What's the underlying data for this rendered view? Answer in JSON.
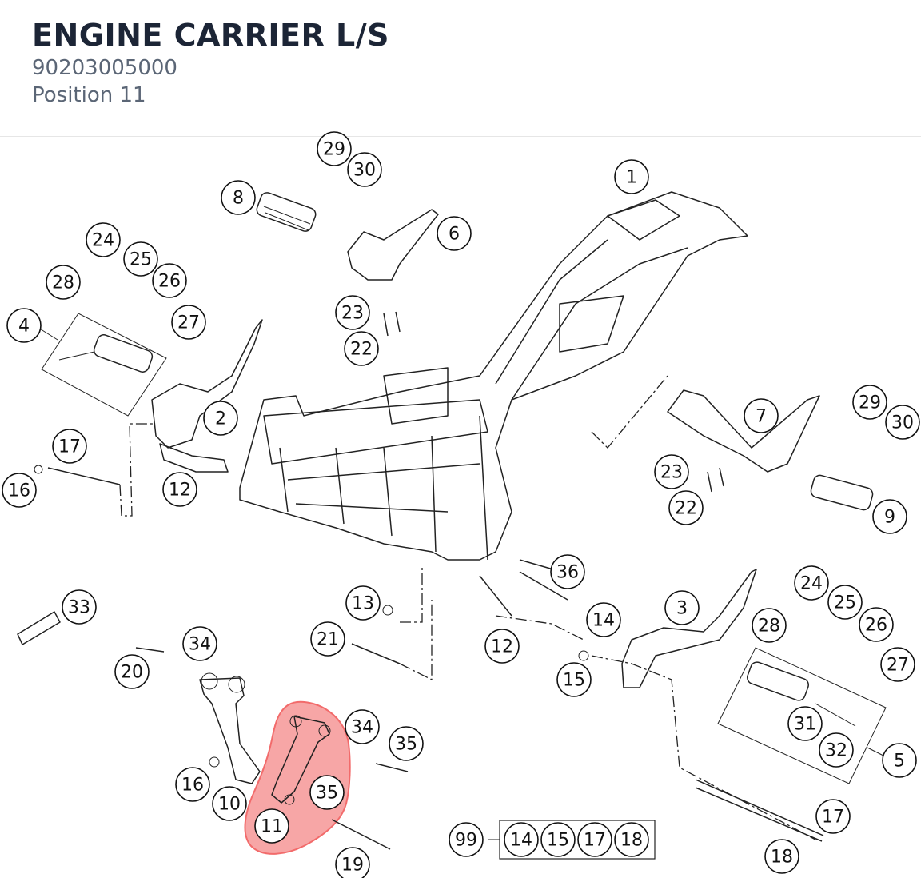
{
  "header": {
    "title": "ENGINE CARRIER L/S",
    "part_number": "90203005000",
    "position": "Position 11"
  },
  "colors": {
    "highlight": "#f26b6b",
    "outline": "#111111"
  },
  "callouts": [
    {
      "id": "c1",
      "label": "1"
    },
    {
      "id": "c2",
      "label": "2"
    },
    {
      "id": "c3",
      "label": "3"
    },
    {
      "id": "c4",
      "label": "4"
    },
    {
      "id": "c5",
      "label": "5"
    },
    {
      "id": "c6",
      "label": "6"
    },
    {
      "id": "c7",
      "label": "7"
    },
    {
      "id": "c8",
      "label": "8"
    },
    {
      "id": "c9",
      "label": "9"
    },
    {
      "id": "c10",
      "label": "10"
    },
    {
      "id": "c11",
      "label": "11"
    },
    {
      "id": "c12a",
      "label": "12"
    },
    {
      "id": "c12b",
      "label": "12"
    },
    {
      "id": "c13",
      "label": "13"
    },
    {
      "id": "c14",
      "label": "14"
    },
    {
      "id": "c15",
      "label": "15"
    },
    {
      "id": "c16a",
      "label": "16"
    },
    {
      "id": "c16b",
      "label": "16"
    },
    {
      "id": "c17a",
      "label": "17"
    },
    {
      "id": "c17b",
      "label": "17"
    },
    {
      "id": "c18",
      "label": "18"
    },
    {
      "id": "c19",
      "label": "19"
    },
    {
      "id": "c20",
      "label": "20"
    },
    {
      "id": "c21",
      "label": "21"
    },
    {
      "id": "c22a",
      "label": "22"
    },
    {
      "id": "c22b",
      "label": "22"
    },
    {
      "id": "c23a",
      "label": "23"
    },
    {
      "id": "c23b",
      "label": "23"
    },
    {
      "id": "c24a",
      "label": "24"
    },
    {
      "id": "c24b",
      "label": "24"
    },
    {
      "id": "c25a",
      "label": "25"
    },
    {
      "id": "c25b",
      "label": "25"
    },
    {
      "id": "c26a",
      "label": "26"
    },
    {
      "id": "c26b",
      "label": "26"
    },
    {
      "id": "c27a",
      "label": "27"
    },
    {
      "id": "c27b",
      "label": "27"
    },
    {
      "id": "c28a",
      "label": "28"
    },
    {
      "id": "c28b",
      "label": "28"
    },
    {
      "id": "c29a",
      "label": "29"
    },
    {
      "id": "c29b",
      "label": "29"
    },
    {
      "id": "c30a",
      "label": "30"
    },
    {
      "id": "c30b",
      "label": "30"
    },
    {
      "id": "c31",
      "label": "31"
    },
    {
      "id": "c32",
      "label": "32"
    },
    {
      "id": "c33",
      "label": "33"
    },
    {
      "id": "c34a",
      "label": "34"
    },
    {
      "id": "c34b",
      "label": "34"
    },
    {
      "id": "c35a",
      "label": "35"
    },
    {
      "id": "c35b",
      "label": "35"
    },
    {
      "id": "c36",
      "label": "36"
    }
  ],
  "kit": {
    "label": "99",
    "items": [
      "14",
      "15",
      "17",
      "18"
    ]
  }
}
